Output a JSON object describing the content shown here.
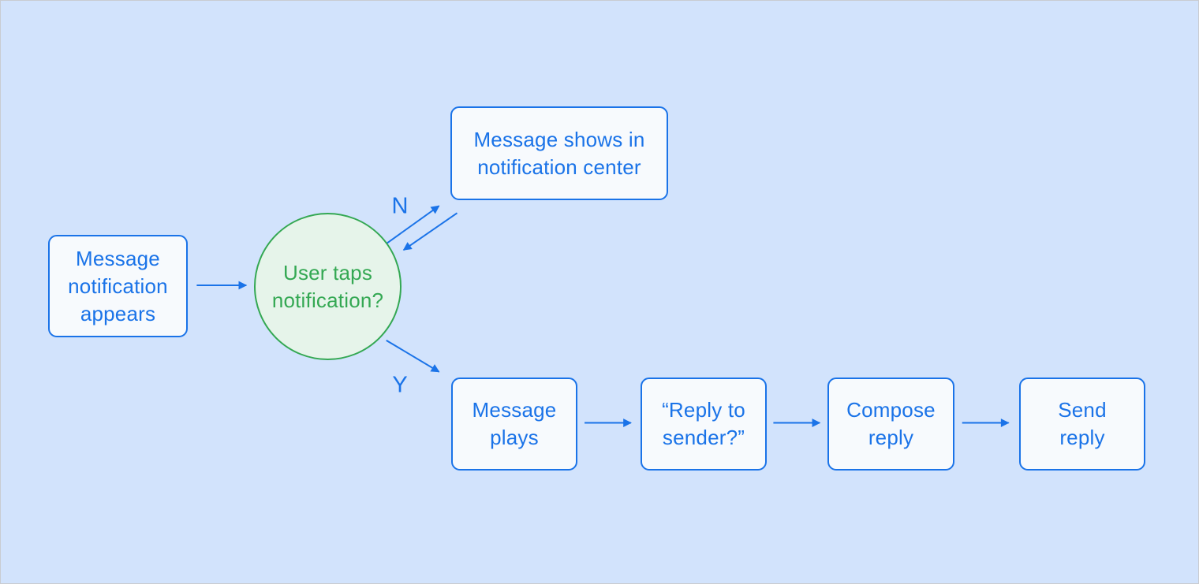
{
  "diagram": {
    "type": "flowchart",
    "colors": {
      "background": "#d2e3fc",
      "canvas_border": "#c9ccd1",
      "node_fill": "#f7fafd",
      "node_border": "#1a73e8",
      "node_text": "#1a73e8",
      "arrow": "#1a73e8",
      "decision_fill": "#e6f4ea",
      "decision_border": "#34a853",
      "decision_text": "#34a853"
    },
    "nodes": {
      "start": {
        "type": "process",
        "label": "Message notification appears",
        "lines": [
          "Message",
          "notification",
          "appears"
        ]
      },
      "decision": {
        "type": "decision",
        "label": "User taps notification?",
        "lines": [
          "User taps",
          "notification?"
        ]
      },
      "notification_center": {
        "type": "process",
        "label": "Message shows in notification center",
        "lines": [
          "Message shows in",
          "notification center"
        ]
      },
      "message_plays": {
        "type": "process",
        "label": "Message plays",
        "lines": [
          "Message",
          "plays"
        ]
      },
      "reply_to_sender": {
        "type": "process",
        "label": "“Reply to sender?”",
        "lines": [
          "“Reply to",
          "sender?”"
        ]
      },
      "compose_reply": {
        "type": "process",
        "label": "Compose reply",
        "lines": [
          "Compose",
          "reply"
        ]
      },
      "send_reply": {
        "type": "process",
        "label": "Send reply",
        "lines": [
          "Send",
          "reply"
        ]
      }
    },
    "edges": [
      {
        "from": "start",
        "to": "decision",
        "label": ""
      },
      {
        "from": "decision",
        "to": "notification_center",
        "label": "N"
      },
      {
        "from": "notification_center",
        "to": "decision",
        "label": ""
      },
      {
        "from": "decision",
        "to": "message_plays",
        "label": "Y"
      },
      {
        "from": "message_plays",
        "to": "reply_to_sender",
        "label": ""
      },
      {
        "from": "reply_to_sender",
        "to": "compose_reply",
        "label": ""
      },
      {
        "from": "compose_reply",
        "to": "send_reply",
        "label": ""
      }
    ]
  }
}
